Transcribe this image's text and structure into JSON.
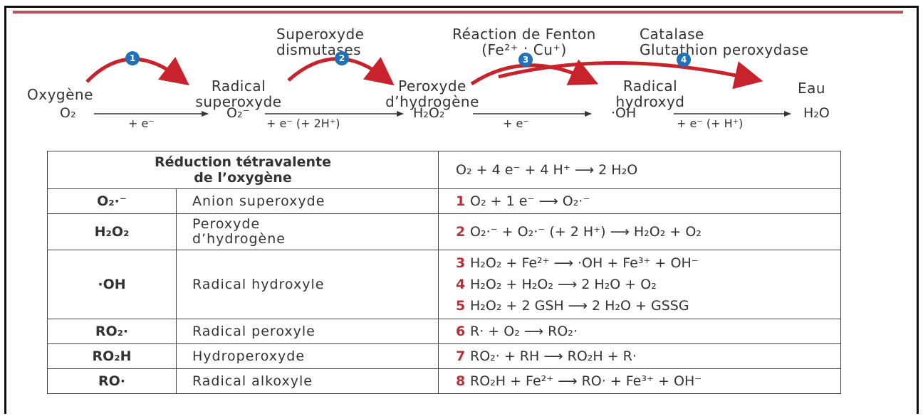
{
  "diagram": {
    "enzymes": {
      "sod_line1": "Superoxyde",
      "sod_line2": "dismutases",
      "fenton_line1": "Réaction de Fenton",
      "fenton_line2": "(Fe²⁺ : Cu⁺)",
      "catalase_line1": "Catalase",
      "catalase_line2": "Glutathion peroxydase"
    },
    "badges": [
      "1",
      "2",
      "3",
      "4"
    ],
    "species": {
      "oxygen": "Oxygène",
      "superoxide_line1": "Radical",
      "superoxide_line2": "superoxyde",
      "peroxide_line1": "Peroxyde",
      "peroxide_line2": "d’hydrogène",
      "hydroxyl_line1": "Radical",
      "hydroxyl_line2": "hydroxyd",
      "water": "Eau"
    },
    "formulas": {
      "o2": "O₂",
      "superoxide": "O₂⁻",
      "h2o2": "H₂O₂",
      "oh": "·OH",
      "h2o": "H₂O"
    },
    "arrow_labels": [
      "+ e⁻",
      "+ e⁻ (+ 2H⁺)",
      "+ e⁻",
      "+ e⁻ (+ H⁺)"
    ],
    "colors": {
      "arrow_red": "#c8232c",
      "badge_blue": "#1f72b8",
      "number_red": "#b5323a",
      "top_bar": "#b5555a"
    }
  },
  "table": {
    "header_line1": "Réduction tétravalente",
    "header_line2": "de l’oxygène",
    "header_equation": "O₂ + 4 e⁻ + 4 H⁺ ⟶ 2 H₂O",
    "rows": [
      {
        "symbol": "O₂·⁻",
        "name": "Anion superoxyde",
        "reactions": [
          {
            "n": "1",
            "eq": "O₂ + 1 e⁻ ⟶ O₂·⁻"
          }
        ]
      },
      {
        "symbol": "H₂O₂",
        "name_line1": "Peroxyde",
        "name_line2": "d’hydrogène",
        "reactions": [
          {
            "n": "2",
            "eq": "O₂·⁻ + O₂·⁻ (+ 2 H⁺) ⟶ H₂O₂ + O₂"
          }
        ]
      },
      {
        "symbol": "·OH",
        "name": "Radical hydroxyle",
        "reactions": [
          {
            "n": "3",
            "eq": "H₂O₂ + Fe²⁺ ⟶ ·OH + Fe³⁺ + OH⁻"
          },
          {
            "n": "4",
            "eq": "H₂O₂ + H₂O₂ ⟶ 2 H₂O + O₂"
          },
          {
            "n": "5",
            "eq": "H₂O₂ + 2 GSH ⟶ 2 H₂O + GSSG"
          }
        ]
      },
      {
        "symbol": "RO₂·",
        "name": "Radical peroxyle",
        "reactions": [
          {
            "n": "6",
            "eq": "R· + O₂ ⟶ RO₂·"
          }
        ]
      },
      {
        "symbol": "RO₂H",
        "name": "Hydroperoxyde",
        "reactions": [
          {
            "n": "7",
            "eq": "RO₂· + RH ⟶ RO₂H + R·"
          }
        ]
      },
      {
        "symbol": "RO·",
        "name": "Radical alkoxyle",
        "reactions": [
          {
            "n": "8",
            "eq": "RO₂H + Fe²⁺ ⟶ RO· + Fe³⁺ + OH⁻"
          }
        ]
      }
    ]
  }
}
